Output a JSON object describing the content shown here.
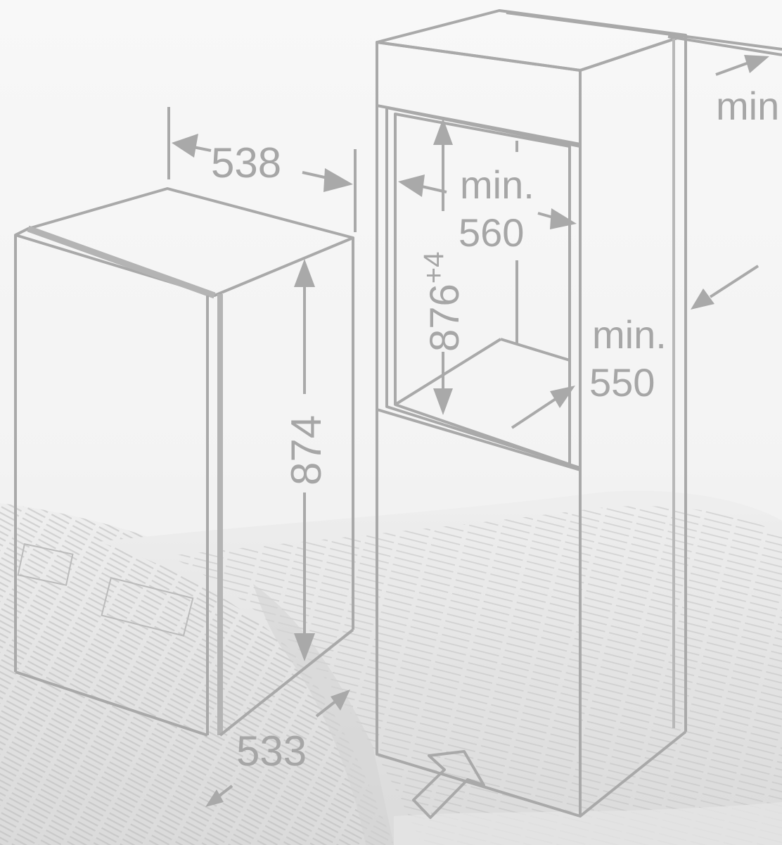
{
  "diagram": {
    "fridge_width": "538",
    "fridge_height": "874",
    "fridge_depth": "533",
    "niche_height": "876",
    "niche_height_tolerance": "+4",
    "niche_width_prefix": "min.",
    "niche_width": "560",
    "niche_depth_prefix": "min.",
    "niche_depth": "550",
    "top_label_prefix": "min"
  },
  "colors": {
    "line": "#a9a9a9",
    "text": "#a6a6a6",
    "background": "#f5f5f5",
    "paper": "#d8d8d8"
  }
}
